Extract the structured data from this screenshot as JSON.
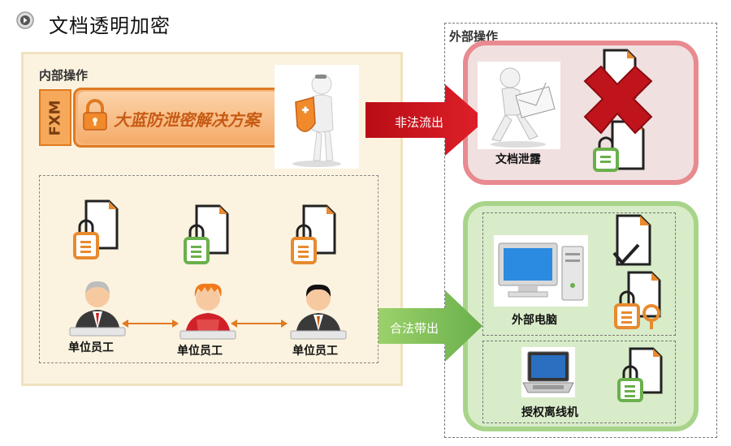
{
  "title": "文档透明加密",
  "internal": {
    "label": "内部操作",
    "fxm": "FXM",
    "solution": "大蓝防泄密解决方案",
    "employees": [
      "单位员工",
      "单位员工",
      "单位员工"
    ]
  },
  "external": {
    "label": "外部操作",
    "leak_label": "文档泄露",
    "pc_label": "外部电脑",
    "laptop_label": "授权离线机"
  },
  "arrows": {
    "illegal": "非法流出",
    "legal": "合法带出"
  },
  "colors": {
    "orange": "#e88a2e",
    "green": "#6ab04c",
    "red_arrow": "#c8141c",
    "green_arrow": "#8ccf5a"
  }
}
